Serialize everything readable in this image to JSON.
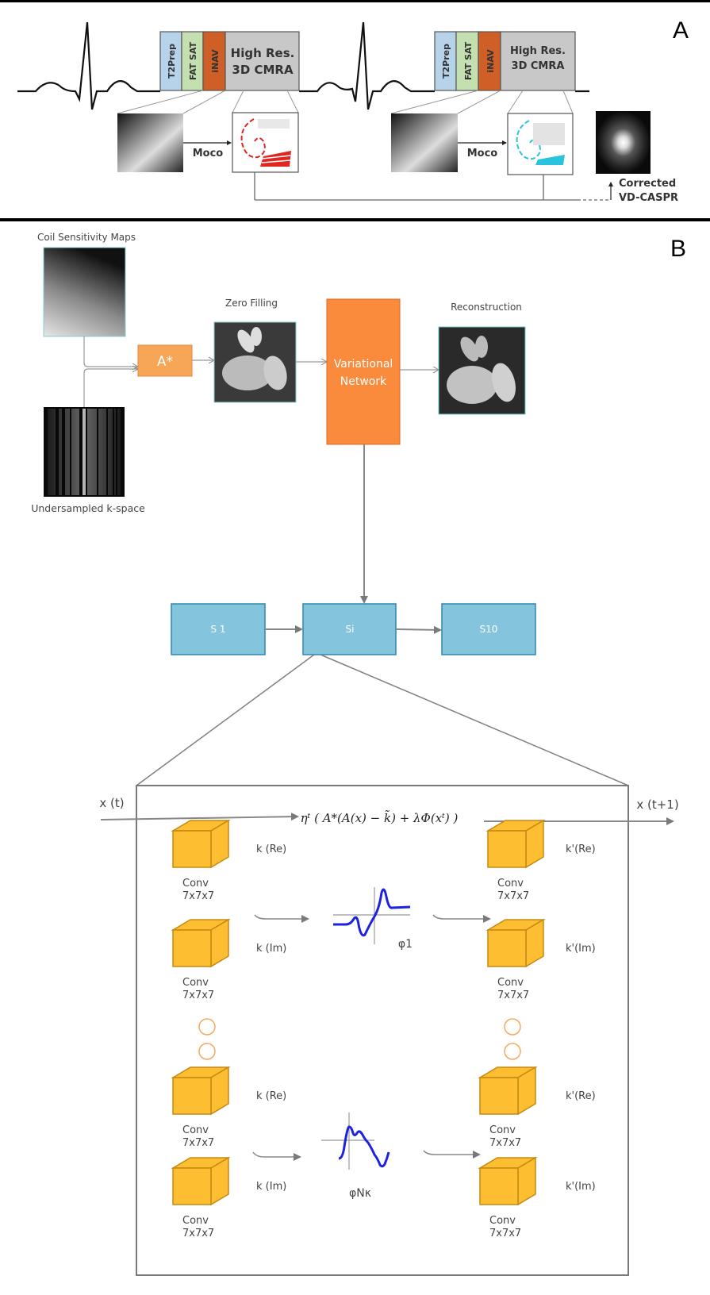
{
  "panelA": {
    "label": "A",
    "sequences": [
      {
        "segments": [
          "T2Prep",
          "FAT SAT",
          "iNAV"
        ],
        "acq_line1": "High Res.",
        "acq_line2": "3D CMRA",
        "moco": "Moco",
        "trajectory_color": "#e0261f"
      },
      {
        "segments": [
          "T2Prep",
          "FAT SAT",
          "iNAV"
        ],
        "acq_line1": "High Res.",
        "acq_line2": "3D CMRA",
        "moco": "Moco",
        "trajectory_color": "#2ac3dc"
      }
    ],
    "segment_colors": [
      "#b7d3ea",
      "#c4e0b0",
      "#cf5f26",
      "#c8c8c8"
    ],
    "output_line1": "Corrected",
    "output_line2": "VD-CASPR"
  },
  "panelB": {
    "label": "B",
    "coil_maps": "Coil Sensitivity Maps",
    "kspace": "Undersampled k-space",
    "adjoint_op": "A*",
    "zero_filling": "Zero Filling",
    "vn_line1": "Variational",
    "vn_line2": "Network",
    "reconstruction": "Reconstruction",
    "stages": [
      "S 1",
      "Si",
      "S10"
    ],
    "input": "x (t)",
    "output": "x (t+1)",
    "formula": "ηᵗ ( A*(A(x) − k̃) + λΦ(xᵗ) )",
    "rows": [
      {
        "left_label": "k (Re)",
        "conv1": "Conv",
        "conv2": "7x7x7",
        "right_label": "k'(Re)"
      },
      {
        "left_label": "k (Im)",
        "conv1": "Conv",
        "conv2": "7x7x7",
        "right_label": "k'(Im)"
      },
      {
        "left_label": "k (Re)",
        "conv1": "Conv",
        "conv2": "7x7x7",
        "right_label": "k'(Re)"
      },
      {
        "left_label": "k (Im)",
        "conv1": "Conv",
        "conv2": "7x7x7",
        "right_label": "k'(Im)"
      }
    ],
    "activation1": "φ1",
    "activation2": "φNκ",
    "colors": {
      "orange_op": "#f7a556",
      "orange_vn": "#fa8b3c",
      "stage_blue": "#85c4dd",
      "stage_border": "#2f86ad",
      "cube": "#fdbe31",
      "cube_edge": "#c48a12",
      "activation": "#1c22e0",
      "ellipsis": "#f5a95e"
    }
  }
}
